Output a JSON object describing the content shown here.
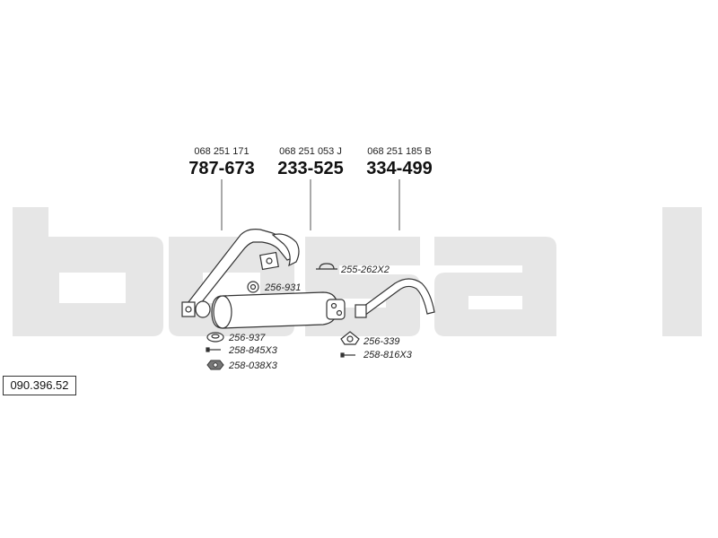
{
  "watermark": {
    "brand": "bosal",
    "color": "#e6e6e6"
  },
  "parts": [
    {
      "oe_number": "068 251 171",
      "part_number": "787-673"
    },
    {
      "oe_number": "068 251 053 J",
      "part_number": "233-525"
    },
    {
      "oe_number": "068 251 185 B",
      "part_number": "334-499"
    }
  ],
  "accessories": [
    {
      "code": "256-931"
    },
    {
      "code": "255-262X2"
    },
    {
      "code": "256-937"
    },
    {
      "code": "258-845X3"
    },
    {
      "code": "258-038X3"
    },
    {
      "code": "256-339"
    },
    {
      "code": "258-816X3"
    }
  ],
  "reference": "090.396.52"
}
